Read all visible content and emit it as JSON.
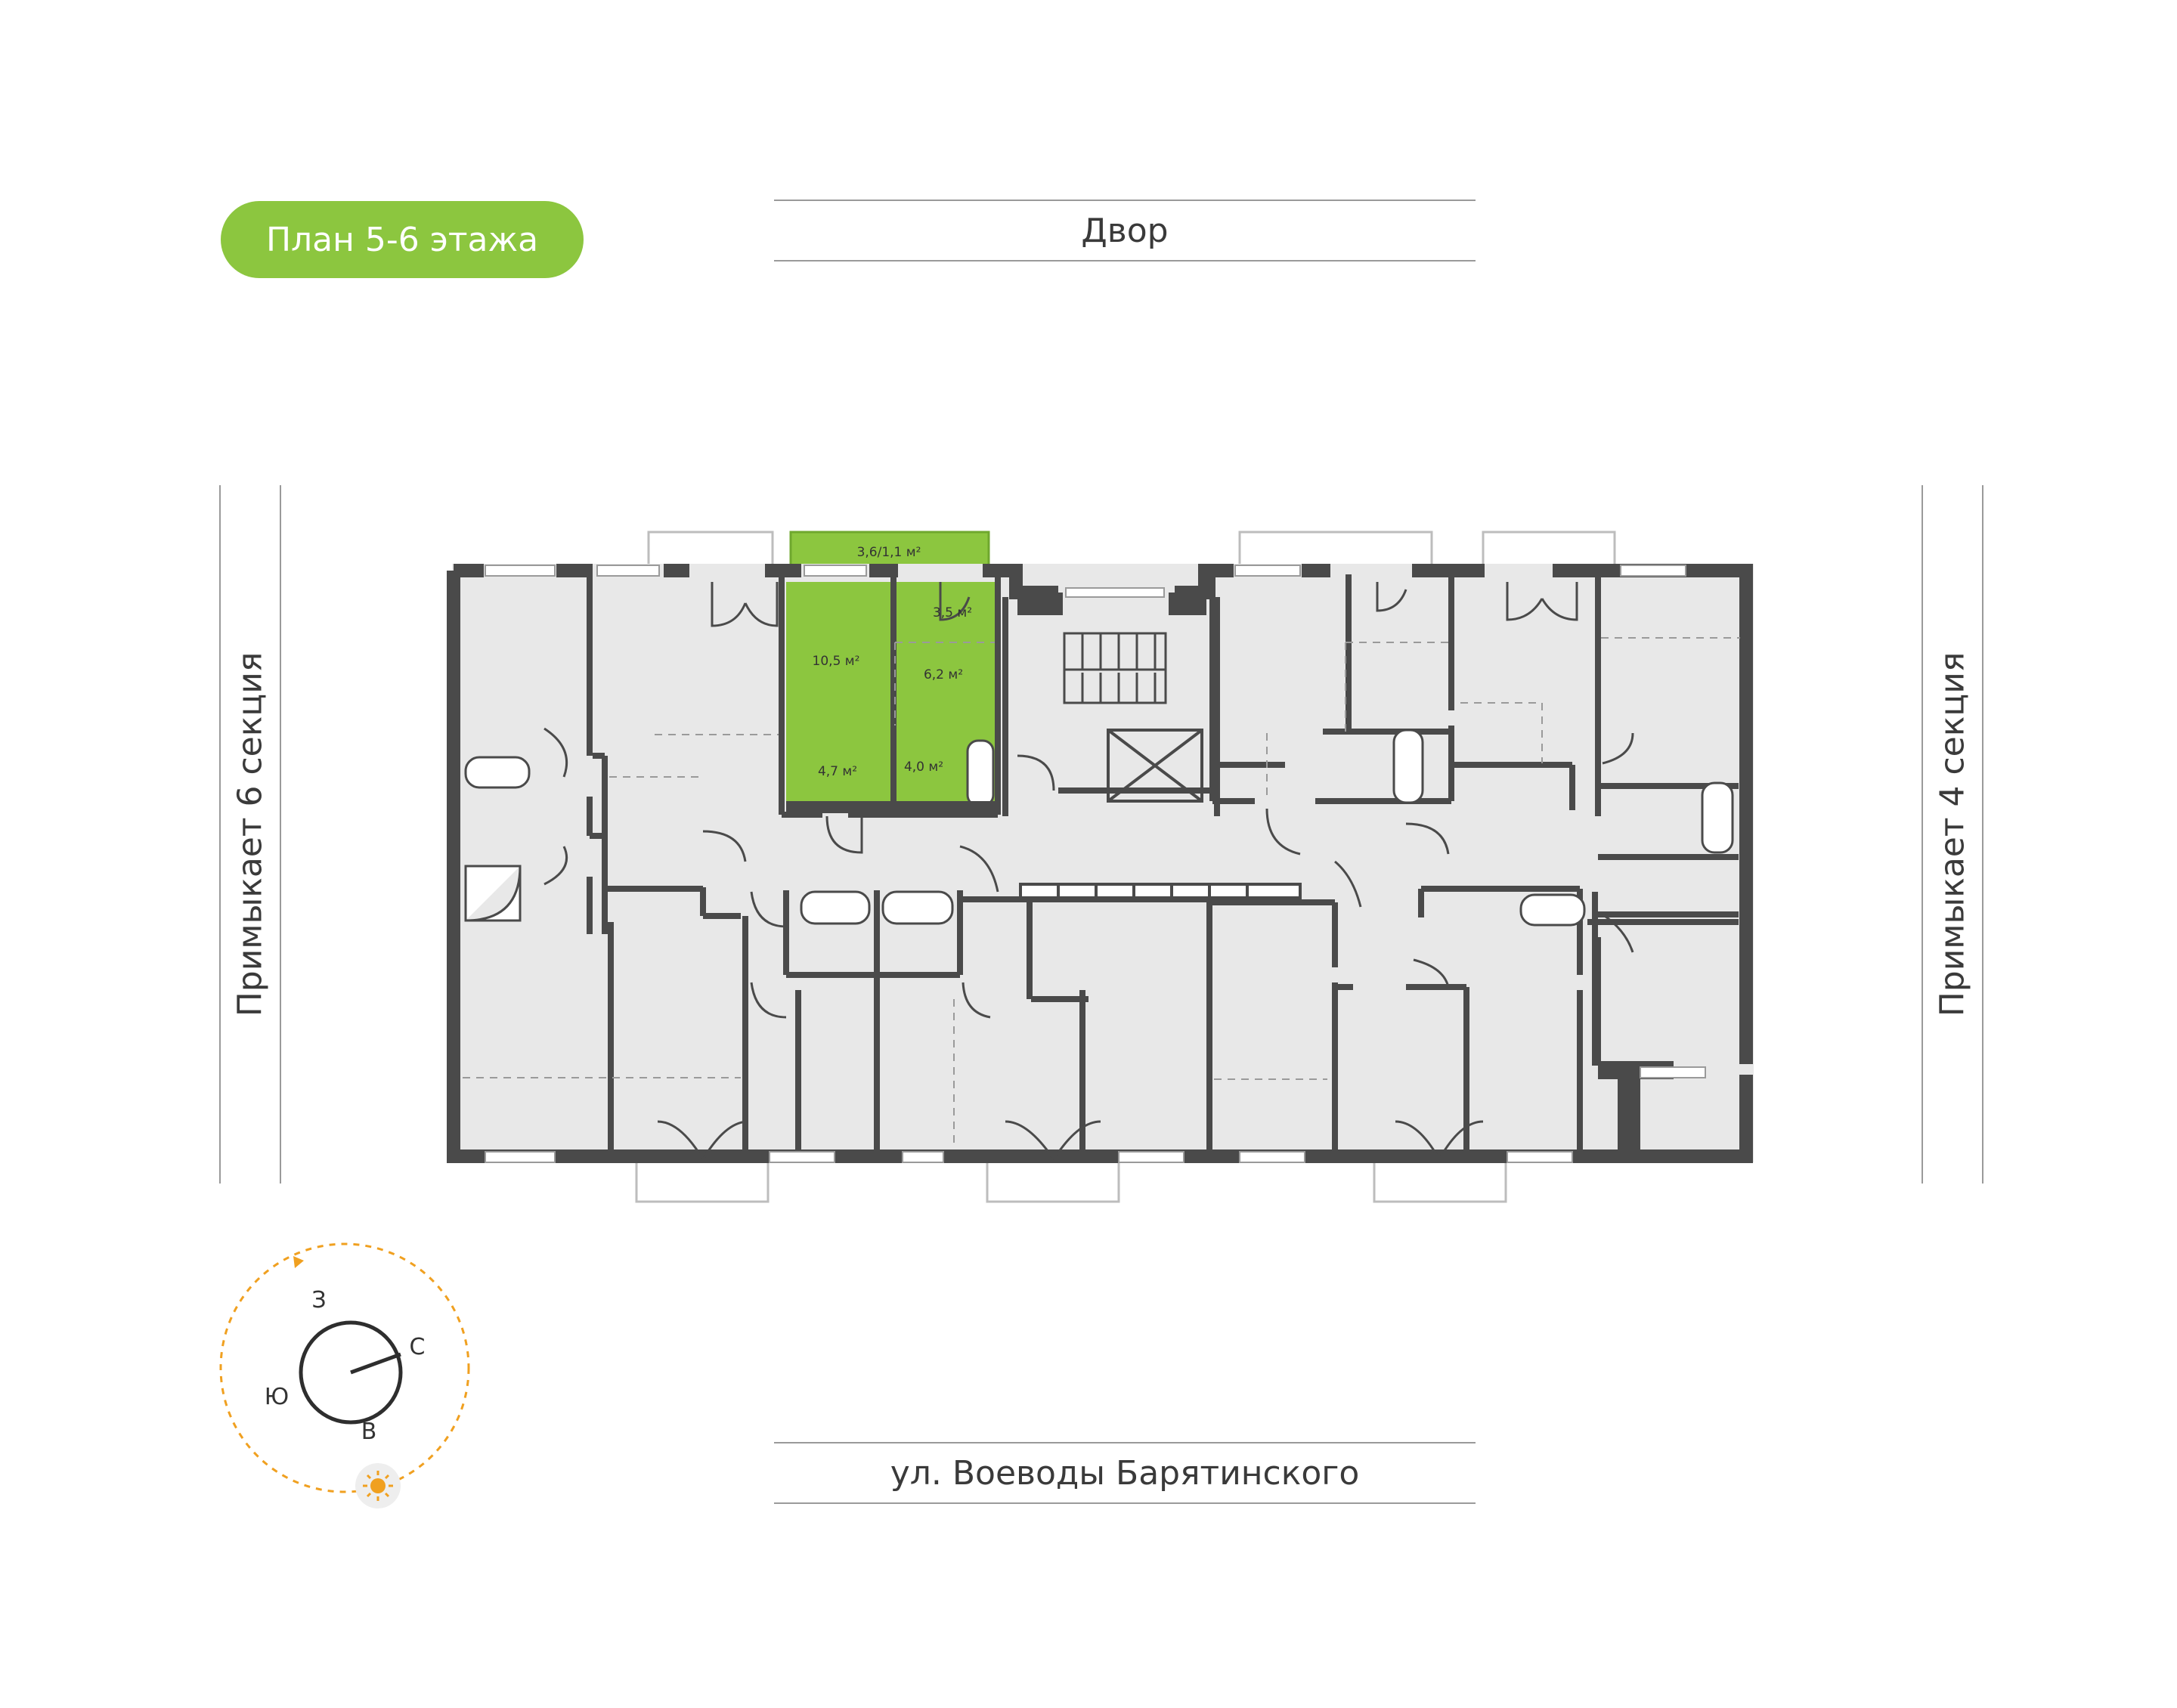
{
  "floor_badge": "План 5-6 этажа",
  "top_street": "Двор",
  "bottom_street": "ул. Воеводы Барятинского",
  "left_side": "Примыкает 6 секция",
  "right_side": "Примыкает 4 секция",
  "apartment": {
    "rooms": [
      {
        "name": "balcony",
        "label": "3,6/1,1 м²"
      },
      {
        "name": "room",
        "label": "10,5 м²"
      },
      {
        "name": "hall-small",
        "label": "3,5 м²"
      },
      {
        "name": "kitchen",
        "label": "6,2 м²"
      },
      {
        "name": "corridor",
        "label": "4,7 м²"
      },
      {
        "name": "bathroom",
        "label": "4,0 м²"
      }
    ]
  },
  "compass": {
    "north": "С",
    "south": "Ю",
    "west": "З",
    "east": "В",
    "sun_icon": "sun-icon"
  },
  "colors": {
    "accent": "#8cc63f",
    "wall": "#4a4a4a",
    "floor": "#e8e8e8",
    "sun": "#f0a020"
  }
}
